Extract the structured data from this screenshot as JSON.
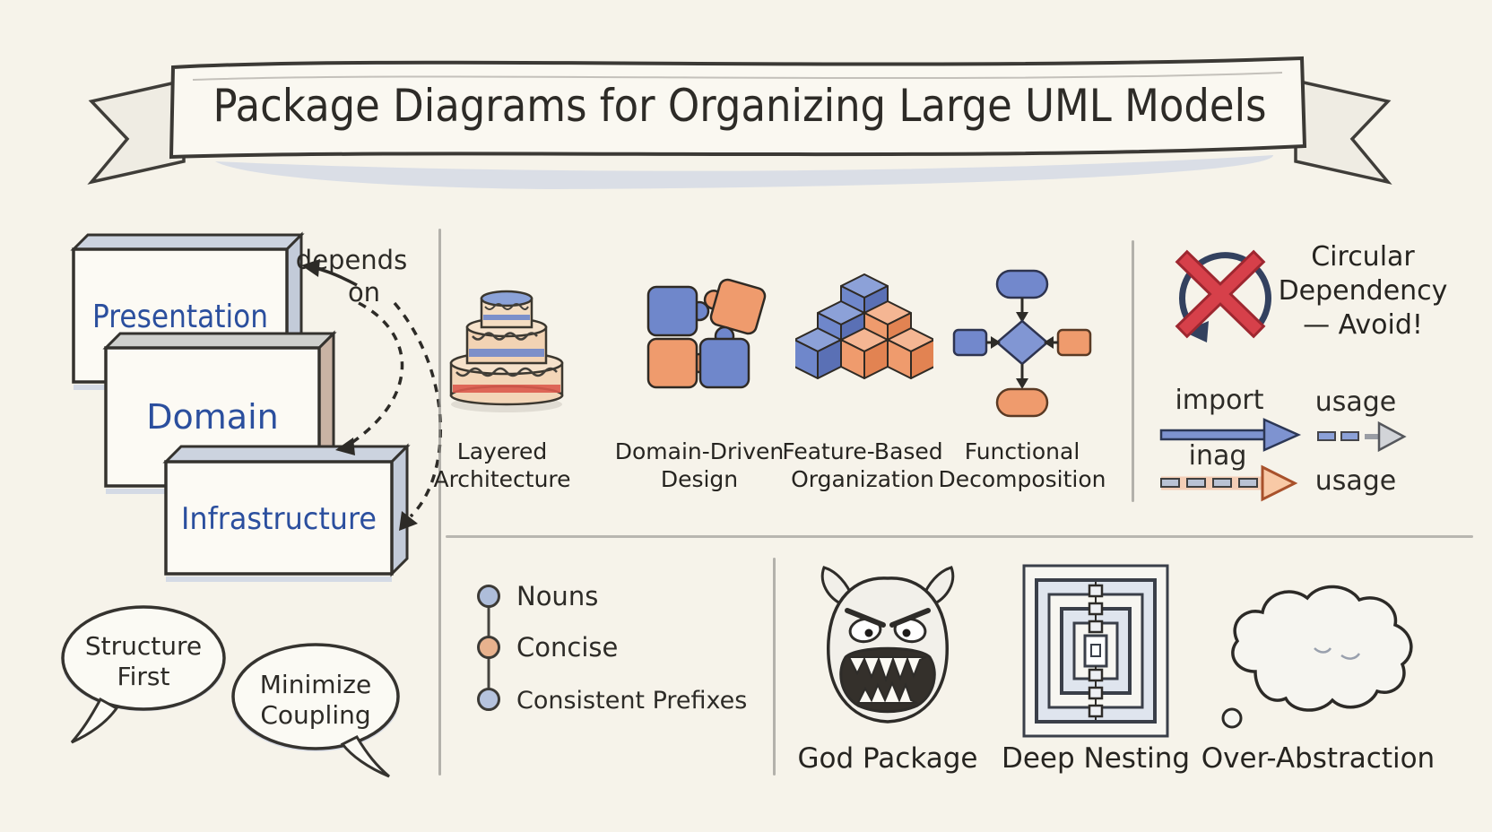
{
  "banner": {
    "title": "Package Diagrams for Organizing Large UML Models"
  },
  "layer_stack": {
    "packages": [
      {
        "label": "Presentation"
      },
      {
        "label": "Domain"
      },
      {
        "label": "Infrastructure"
      }
    ],
    "dependency_label": {
      "line1": "depends",
      "line2": "on"
    }
  },
  "organization_patterns": [
    {
      "name": "Layered Architecture",
      "icon": "layered-cake-icon"
    },
    {
      "name": "Domain-Driven Design",
      "icon": "puzzle-pieces-icon"
    },
    {
      "name": "Feature-Based Organization",
      "icon": "stacked-cubes-icon"
    },
    {
      "name": "Functional Decomposition",
      "icon": "flowchart-icon"
    }
  ],
  "dependency_rules": {
    "warning": {
      "line1": "Circular",
      "line2": "Dependency",
      "line3": "— Avoid!",
      "icon": "crossed-circle-icon"
    },
    "legend": [
      {
        "label": "import",
        "arrow": "solid-blue"
      },
      {
        "label": "usage",
        "arrow": "dashed-blue-gray"
      },
      {
        "label": "inag",
        "arrow": "dashed-orange"
      },
      {
        "label": "usage",
        "arrow": "label-only"
      }
    ]
  },
  "naming_guidelines": {
    "items": [
      {
        "label": "Nouns"
      },
      {
        "label": "Concise"
      },
      {
        "label": "Consistent Prefixes"
      }
    ]
  },
  "advice_bubbles": [
    {
      "line1": "Structure",
      "line2": "First"
    },
    {
      "line1": "Minimize",
      "line2": "Coupling"
    }
  ],
  "antipatterns": [
    {
      "name": "God Package",
      "icon": "monster-icon"
    },
    {
      "name": "Deep Nesting",
      "icon": "nested-squares-icon"
    },
    {
      "name": "Over-Abstraction",
      "icon": "cloud-icon"
    }
  ],
  "palette": {
    "background": "#f6f3ea",
    "ink": "#2d2b27",
    "package_text_blue": "#2b4f9e",
    "blue_fill": "#6f87cb",
    "orange_fill": "#ef9b6d",
    "red_x": "#d6404a",
    "navy_arrow": "#33415f",
    "shadow_blue": "#b9c6e2"
  }
}
